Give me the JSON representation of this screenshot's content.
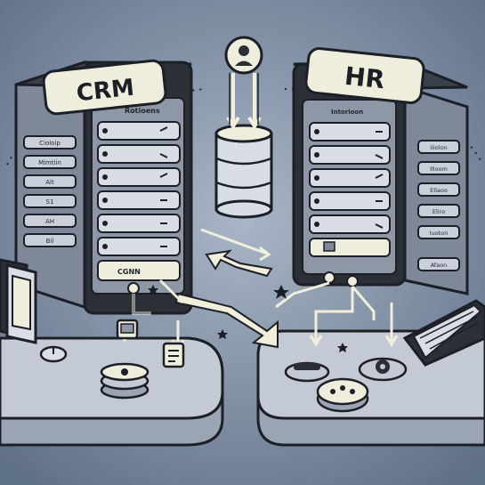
{
  "crm": {
    "title": "CRM",
    "panel_header": "Rotioens",
    "side_labels": [
      "Cioloip",
      "Mimtiin",
      "Alt",
      "S1",
      "AH",
      "Bil"
    ],
    "slot_label": "CGNN"
  },
  "hr": {
    "title": "HR",
    "panel_header": "Intorioon",
    "side_labels": [
      "Iiiolon",
      "Illoom",
      "Ellaoo",
      "Eliro",
      "Iuoton",
      "Afaon"
    ]
  },
  "colors": {
    "background": "#6d7f98",
    "server_dark": "#2b2f36",
    "server_mid": "#8d97a6",
    "server_light": "#d9dee4",
    "cream": "#efeedd",
    "arrow": "#f1eedb"
  }
}
